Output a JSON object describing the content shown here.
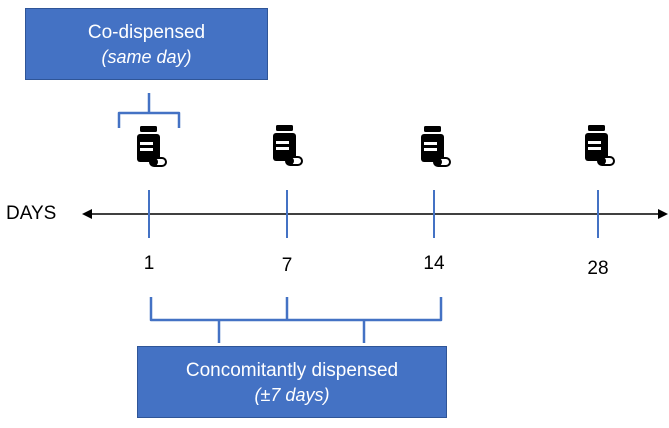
{
  "boxes": {
    "co_dispensed": {
      "title": "Co-dispensed",
      "subtitle": "(same day)"
    },
    "concomitant": {
      "title": "Concomitantly dispensed",
      "subtitle": "(±7 days)"
    }
  },
  "axis": {
    "label": "DAYS",
    "ticks": [
      "1",
      "7",
      "14",
      "28"
    ]
  },
  "icons": [
    "pill-bottle-icon",
    "pill-bottle-icon",
    "pill-bottle-icon",
    "pill-bottle-icon"
  ],
  "colors": {
    "box_fill": "#4472C4",
    "bracket": "#4472C4",
    "axis": "#000000",
    "icon": "#000000"
  }
}
